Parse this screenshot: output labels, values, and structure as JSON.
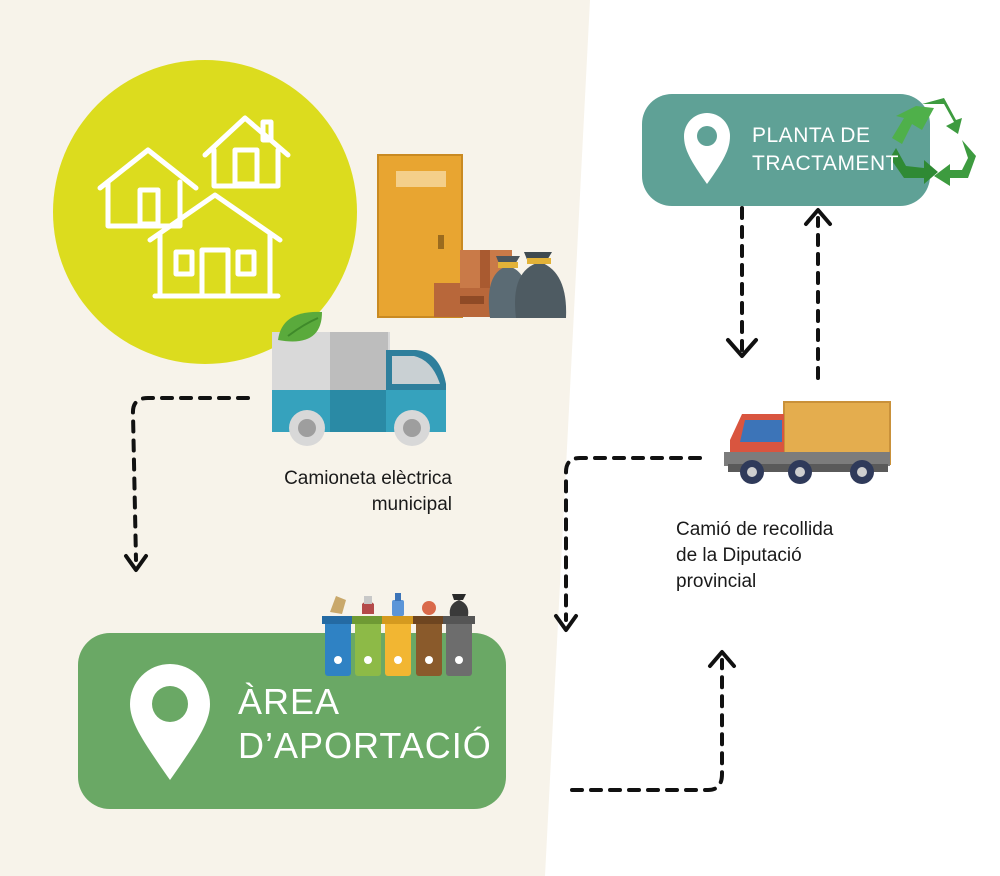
{
  "nodes": {
    "area": {
      "title_line1": "ÀREA",
      "title_line2": "D’APORTACIÓ"
    },
    "planta": {
      "title_line1": "PLANTA DE",
      "title_line2": "TRACTAMENT"
    }
  },
  "vehicles": {
    "van": {
      "label_line1": "Camioneta elèctrica",
      "label_line2": "municipal"
    },
    "truck": {
      "label_line1": "Camió de recollida",
      "label_line2": "de la Diputació",
      "label_line3": "provincial"
    }
  },
  "colors": {
    "left_panel": "#f7f3ea",
    "lime_circle": "#dcdc1e",
    "area_green": "#6aa865",
    "planta_teal": "#5fa196",
    "bin_colors": [
      "#2f82c4",
      "#8dba47",
      "#f2b632",
      "#8a5a2b",
      "#6d6d6d"
    ]
  },
  "icons": [
    "houses-icon",
    "door-icon",
    "box-icon",
    "trash-bag-icon",
    "electric-van-icon",
    "location-pin-icon",
    "recycle-icon",
    "truck-icon",
    "recycling-bins-icon"
  ]
}
